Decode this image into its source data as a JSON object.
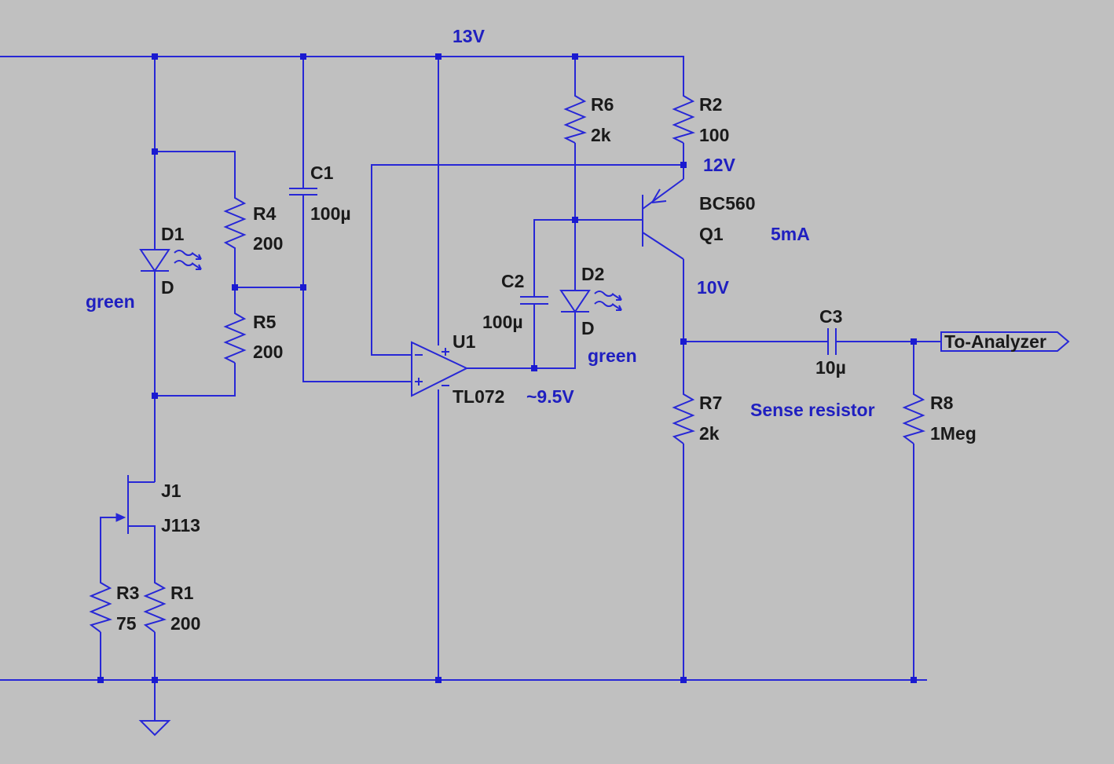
{
  "colors": {
    "background": "#c0c0c0",
    "wire": "#2727d6",
    "component_text": "#1a1a1a",
    "net_text": "#1f1fc0"
  },
  "components": {
    "D1": {
      "ref": "D1",
      "model": "D",
      "note": "green"
    },
    "D2": {
      "ref": "D2",
      "model": "D",
      "note": "green"
    },
    "R1": {
      "ref": "R1",
      "value": "200"
    },
    "R2": {
      "ref": "R2",
      "value": "100"
    },
    "R3": {
      "ref": "R3",
      "value": "75"
    },
    "R4": {
      "ref": "R4",
      "value": "200"
    },
    "R5": {
      "ref": "R5",
      "value": "200"
    },
    "R6": {
      "ref": "R6",
      "value": "2k"
    },
    "R7": {
      "ref": "R7",
      "value": "2k"
    },
    "R8": {
      "ref": "R8",
      "value": "1Meg"
    },
    "C1": {
      "ref": "C1",
      "value": "100µ"
    },
    "C2": {
      "ref": "C2",
      "value": "100µ"
    },
    "C3": {
      "ref": "C3",
      "value": "10µ"
    },
    "U1": {
      "ref": "U1",
      "model": "TL072"
    },
    "Q1": {
      "ref": "Q1",
      "model": "BC560"
    },
    "J1": {
      "ref": "J1",
      "model": "J113"
    }
  },
  "annotations": {
    "v13": "13V",
    "v12": "12V",
    "v10": "10V",
    "v95": "~9.5V",
    "i5": "5mA",
    "sense": "Sense resistor"
  },
  "port": {
    "label": "To-Analyzer"
  }
}
